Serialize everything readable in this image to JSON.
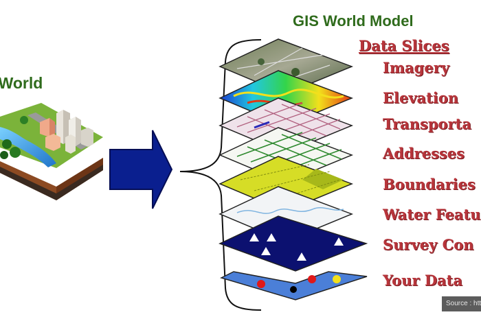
{
  "real_world": {
    "title": "al World"
  },
  "gis": {
    "title": "GIS World Model",
    "slices_heading": "Data Slices"
  },
  "layers": [
    {
      "label": "Imagery"
    },
    {
      "label": "Elevation"
    },
    {
      "label": "Transporta"
    },
    {
      "label": "Addresses"
    },
    {
      "label": "Boundaries"
    },
    {
      "label": "Water Featu"
    },
    {
      "label": "Survey Con"
    },
    {
      "label": "Your Data"
    }
  ],
  "source": {
    "text": "Source : htt"
  },
  "colors": {
    "title_green": "#2f6b1c",
    "label_red": "#b8353b",
    "arrow_blue": "#0a1f8f"
  }
}
